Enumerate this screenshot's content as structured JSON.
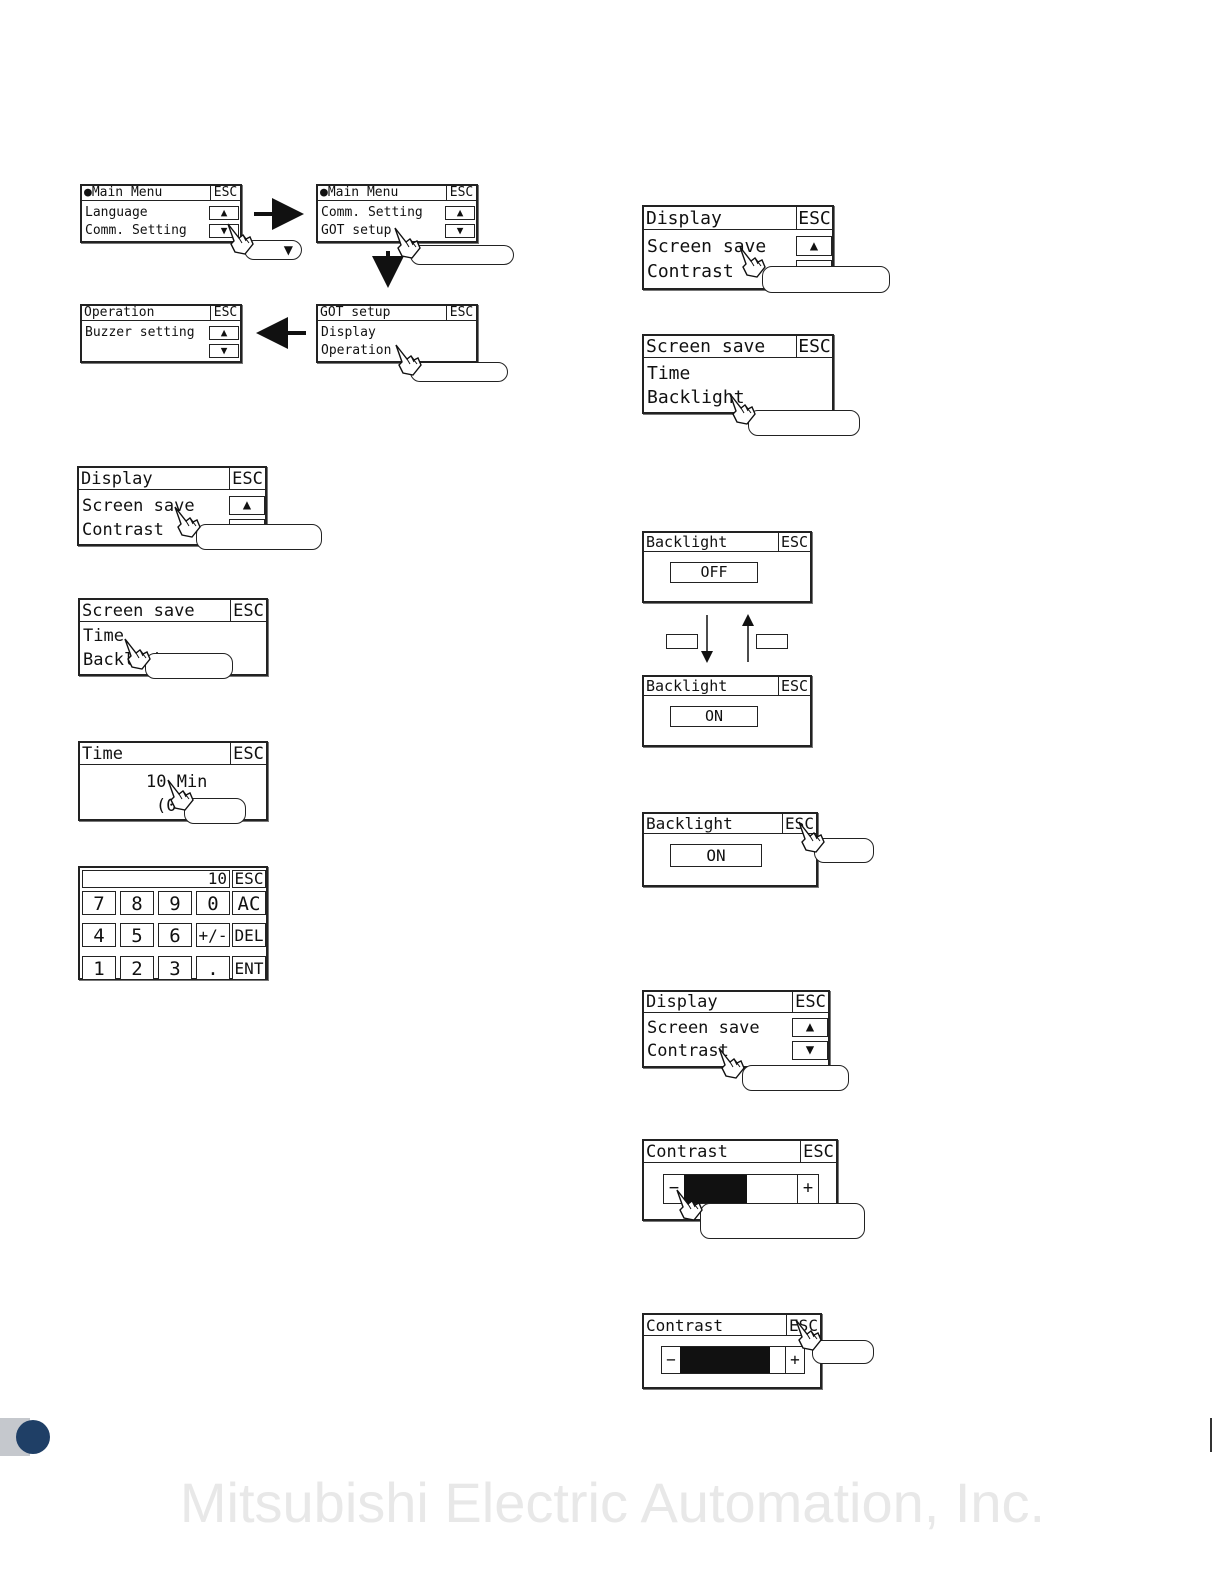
{
  "main_menu_1": {
    "title": "Main Menu",
    "esc": "ESC",
    "items": [
      "Language",
      "Comm. Setting"
    ],
    "up": "▲",
    "down": "▼"
  },
  "main_menu_2": {
    "title": "Main Menu",
    "esc": "ESC",
    "items": [
      "Comm. Setting",
      "GOT setup"
    ],
    "up": "▲",
    "down": "▼"
  },
  "got_setup": {
    "title": "GOT setup",
    "esc": "ESC",
    "items": [
      "Display",
      "Operation"
    ]
  },
  "operation": {
    "title": "Operation",
    "esc": "ESC",
    "items": [
      "Buzzer setting"
    ],
    "up": "▲",
    "down": "▼"
  },
  "display_a": {
    "title": "Display",
    "esc": "ESC",
    "items": [
      "Screen save",
      "Contrast"
    ],
    "up": "▲",
    "down": "▼"
  },
  "screen_save_a": {
    "title": "Screen save",
    "esc": "ESC",
    "items": [
      "Time",
      "Backlight"
    ]
  },
  "time_panel": {
    "title": "Time",
    "esc": "ESC",
    "value": "10 Min",
    "range": "(0 - )"
  },
  "keypad": {
    "display": "10",
    "esc": "ESC",
    "rows": [
      [
        "7",
        "8",
        "9",
        "0",
        "AC"
      ],
      [
        "4",
        "5",
        "6",
        "+/-",
        "DEL"
      ],
      [
        "1",
        "2",
        "3",
        ".",
        "ENT"
      ]
    ]
  },
  "display_b": {
    "title": "Display",
    "esc": "ESC",
    "items": [
      "Screen save",
      "Contrast"
    ],
    "up": "▲",
    "down": "▼"
  },
  "screen_save_b": {
    "title": "Screen save",
    "esc": "ESC",
    "items": [
      "Time",
      "Backlight"
    ]
  },
  "backlight_off": {
    "title": "Backlight",
    "esc": "ESC",
    "value": "OFF"
  },
  "backlight_on": {
    "title": "Backlight",
    "esc": "ESC",
    "value": "ON"
  },
  "backlight_on_esc": {
    "title": "Backlight",
    "esc": "ESC",
    "value": "ON"
  },
  "display_c": {
    "title": "Display",
    "esc": "ESC",
    "items": [
      "Screen save",
      "Contrast"
    ],
    "up": "▲",
    "down": "▼"
  },
  "contrast_a": {
    "title": "Contrast",
    "esc": "ESC",
    "minus": "−",
    "plus": "+",
    "level": 0.55
  },
  "contrast_b": {
    "title": "Contrast",
    "esc": "ESC",
    "minus": "−",
    "plus": "+",
    "level": 0.85
  },
  "watermark": "Mitsubishi Electric Automation, Inc."
}
